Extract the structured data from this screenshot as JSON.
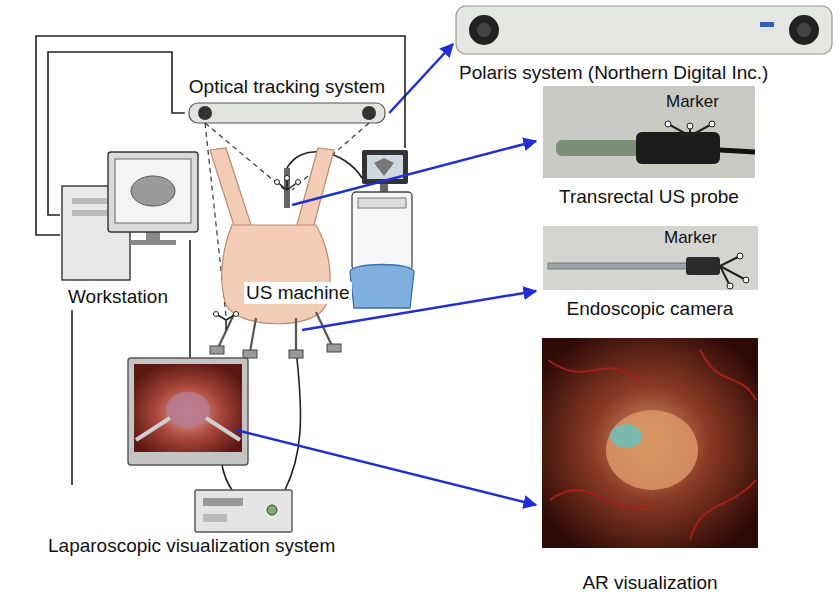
{
  "diagram": {
    "nodes": [
      {
        "text": [
          "Polaris system (Northern Digital Inc.)"
        ]
      },
      {
        "text": [
          "Optical tracking system"
        ]
      },
      {
        "text": [
          "Marker",
          "Transrectal US probe"
        ]
      },
      {
        "text": [
          "Workstation"
        ]
      },
      {
        "text": [
          "US machine"
        ]
      },
      {
        "text": [
          "Marker",
          "Endoscopic camera"
        ]
      },
      {
        "text": [
          "AR visualization"
        ]
      },
      {
        "text": [
          "Laparoscopic visualization system"
        ]
      }
    ],
    "edges": [
      {
        "from": 1,
        "to": 0,
        "arrow": "to"
      },
      {
        "from": 3,
        "to": 1,
        "arrow": "none"
      },
      {
        "from": 3,
        "to": 4,
        "arrow": "none"
      },
      {
        "from": 3,
        "to": 7,
        "arrow": "none"
      }
    ]
  }
}
